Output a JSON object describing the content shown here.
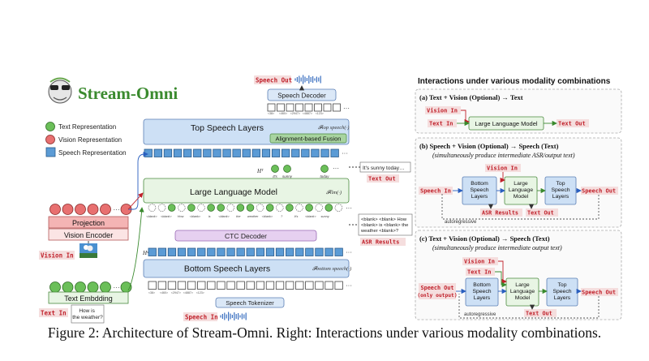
{
  "title": "Stream-Omni",
  "legend": {
    "text": "Text Representation",
    "vision": "Vision Representation",
    "speech": "Speech Representation"
  },
  "left": {
    "speech_out": "Speech Out",
    "speech_decoder": "Speech Decoder",
    "decoder_units": [
      "<38>",
      "<460>",
      "<2947>",
      "<4887>",
      "<123>"
    ],
    "top_speech_layers": "Top Speech Layers",
    "top_formula": "𝓕top speech(·)",
    "alignment_fusion": "Alignment-based Fusion",
    "h_top": "Hᵀ",
    "out_word_labels": [
      "It's",
      "sunny",
      "today"
    ],
    "text_out_bubble": "It's sunny today…",
    "text_out": "Text Out",
    "llm": "Large Language Model",
    "llm_formula": "𝓕llm(·)",
    "ctc_tokens": [
      "<blank>",
      "<blank>",
      "How",
      "<blank>",
      "is",
      "<blank>",
      "the",
      "weather",
      "<blank>",
      "?",
      "It's",
      "<blank>",
      "sunny"
    ],
    "asr_bubble": "<blank> <blank> How <blank> is <blank> the weather <blank>?",
    "asr_results": "ASR Results",
    "ctc_decoder": "CTC Decoder",
    "h_s": "Hˢ",
    "bottom_speech_layers": "Bottom Speech Layers",
    "bottom_formula": "𝓕bottom speech(·)",
    "speech_tokenizer": "Speech Tokenizer",
    "tokenizer_units": [
      "<38>",
      "<460>",
      "<2947>",
      "<4887>",
      "<123>"
    ],
    "speech_in": "Speech In",
    "projection": "Projection",
    "vision_encoder": "Vision Encoder",
    "vision_in": "Vision In",
    "text_embedding": "Text Embdding",
    "text_in": "Text In",
    "text_in_bubble": "How is the weather?",
    "ellipsis": "···"
  },
  "right": {
    "header": "Interactions under various modality combinations",
    "panel_a": {
      "title": "(a) Text + Vision (Optional) → Text",
      "vision_in": "Vision In",
      "text_in": "Text In",
      "llm": "Large Language Model",
      "text_out": "Text Out"
    },
    "panel_b": {
      "title": "(b) Speech + Vision (Optional) → Speech (Text)",
      "subtitle": "(simultaneously produce intermediate ASR/output text)",
      "vision_in": "Vision In",
      "speech_in": "Speech In",
      "bottom": "Bottom Speech Layers",
      "llm": "Large Language Model",
      "top": "Top Speech Layers",
      "speech_out": "Speech Out",
      "asr_results": "ASR Results",
      "text_out": "Text Out",
      "autoregressive": "autoregressive"
    },
    "panel_c": {
      "title": "(c) Text + Vision (Optional) → Speech (Text)",
      "subtitle": "(simultaneously produce intermediate output text)",
      "vision_in": "Vision In",
      "text_in": "Text In",
      "speech_out_left": "Speech Out",
      "only_output": "(only output)",
      "bottom": "Bottom Speech Layers",
      "llm": "Large Language Model",
      "top": "Top Speech Layers",
      "speech_out": "Speech Out",
      "text_out": "Text Out",
      "autoregressive": "autoregressive"
    }
  },
  "caption": "Figure 2: Architecture of Stream-Omni. Right: Interactions under various modality combinations.",
  "colors": {
    "speech_blue": "#5b9bd5",
    "speech_blue_light": "#dbe8f7",
    "text_green": "#6bbf59",
    "llm_green_light": "#e8f5e4",
    "vision_red": "#e87070",
    "projection_red": "#f4b4b4",
    "ctc_purple": "#e6d0f0",
    "label_red": "#c0202a",
    "label_bg": "#f5dede"
  }
}
